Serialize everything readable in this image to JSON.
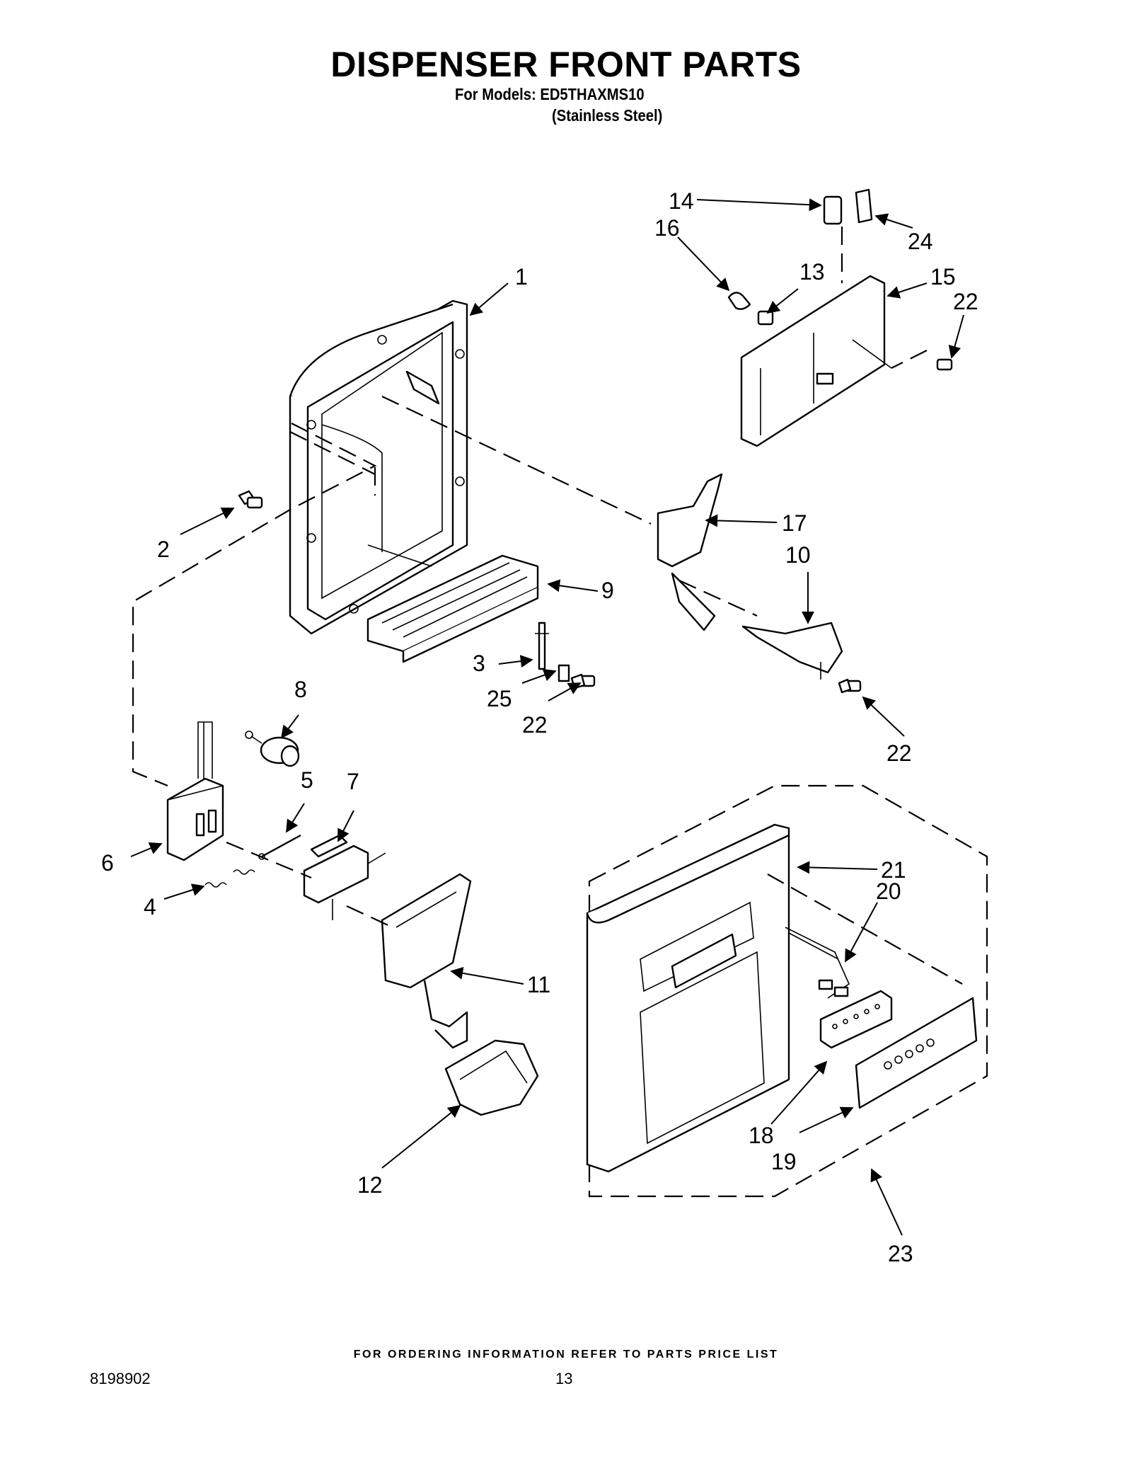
{
  "header": {
    "title": "DISPENSER FRONT PARTS",
    "models_line": "For Models: ED5THAXMS10",
    "variant_line": "(Stainless Steel)"
  },
  "callouts": [
    {
      "id": "c1",
      "label": "1"
    },
    {
      "id": "c2",
      "label": "2"
    },
    {
      "id": "c3",
      "label": "3"
    },
    {
      "id": "c4",
      "label": "4"
    },
    {
      "id": "c5",
      "label": "5"
    },
    {
      "id": "c6",
      "label": "6"
    },
    {
      "id": "c7",
      "label": "7"
    },
    {
      "id": "c8",
      "label": "8"
    },
    {
      "id": "c9",
      "label": "9"
    },
    {
      "id": "c10",
      "label": "10"
    },
    {
      "id": "c11",
      "label": "11"
    },
    {
      "id": "c12",
      "label": "12"
    },
    {
      "id": "c13",
      "label": "13"
    },
    {
      "id": "c14",
      "label": "14"
    },
    {
      "id": "c15",
      "label": "15"
    },
    {
      "id": "c16",
      "label": "16"
    },
    {
      "id": "c17",
      "label": "17"
    },
    {
      "id": "c18",
      "label": "18"
    },
    {
      "id": "c19",
      "label": "19"
    },
    {
      "id": "c20",
      "label": "20"
    },
    {
      "id": "c21",
      "label": "21"
    },
    {
      "id": "c22a",
      "label": "22"
    },
    {
      "id": "c22b",
      "label": "22"
    },
    {
      "id": "c22c",
      "label": "22"
    },
    {
      "id": "c23",
      "label": "23"
    },
    {
      "id": "c24",
      "label": "24"
    },
    {
      "id": "c25",
      "label": "25"
    }
  ],
  "footer": {
    "ordering_note": "FOR ORDERING INFORMATION REFER TO PARTS PRICE LIST",
    "doc_number": "8198902",
    "page_number": "13"
  }
}
